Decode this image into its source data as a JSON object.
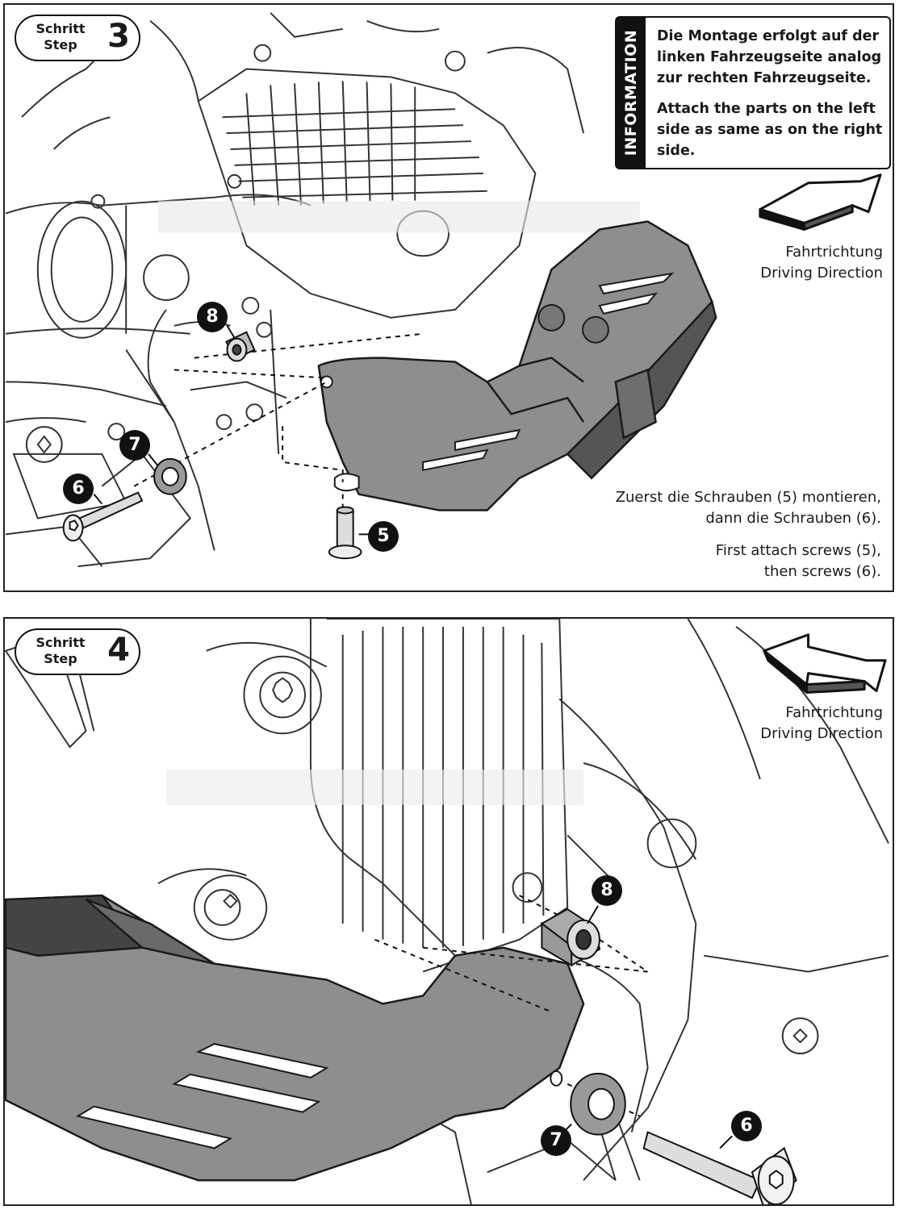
{
  "step3": {
    "schritt": "Schritt",
    "step": "Step",
    "number": "3",
    "info_tab": "INFORMATION",
    "info_de": "Die Montage erfolgt auf der linken Fahrzeugseite analog zur rechten Fahrzeugseite.",
    "info_en": "Attach the parts on the left side as same as on the right side.",
    "direction_de": "Fahrtrichtung",
    "direction_en": "Driving Direction",
    "instruction_de_1": "Zuerst die Schrauben (5) montieren,",
    "instruction_de_2": "dann die Schrauben (6).",
    "instruction_en_1": "First attach screws (5),",
    "instruction_en_2": "then screws (6).",
    "callouts": {
      "c8": "8",
      "c7": "7",
      "c6": "6",
      "c5": "5"
    }
  },
  "step4": {
    "schritt": "Schritt",
    "step": "Step",
    "number": "4",
    "direction_de": "Fahrtrichtung",
    "direction_en": "Driving Direction",
    "callouts": {
      "c8": "8",
      "c7": "7",
      "c6": "6"
    }
  }
}
